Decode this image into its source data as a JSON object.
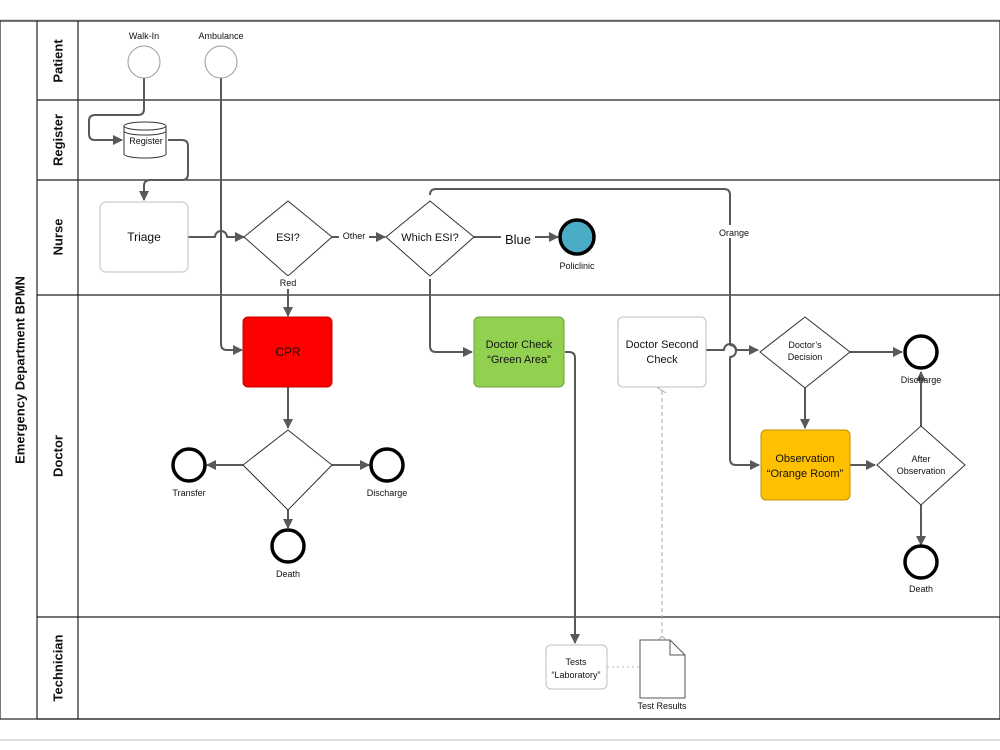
{
  "pool": {
    "title": "Emergency Department BPMN"
  },
  "lanes": {
    "patient": "Patient",
    "register": "Register",
    "nurse": "Nurse",
    "doctor": "Doctor",
    "technician": "Technician"
  },
  "nodes": {
    "walk_in": "Walk-In",
    "ambulance": "Ambulance",
    "register_store": "Register",
    "triage": "Triage",
    "esi_gateway": "ESI?",
    "which_esi_line1": "Which ESI?",
    "policlinic": "Policlinic",
    "cpr": "CPR",
    "doctor_check_line1": "Doctor Check",
    "doctor_check_line2": "“Green Area”",
    "second_check_line1": "Doctor Second",
    "second_check_line2": "Check",
    "decision_line1": "Doctor’s",
    "decision_line2": "Decision",
    "discharge_top": "Discharge",
    "observation_line1": "Observation",
    "observation_line2": "“Orange Room”",
    "after_obs_line1": "After",
    "after_obs_line2": "Observation",
    "death_right": "Death",
    "transfer": "Transfer",
    "discharge_left": "Discharge",
    "death_left": "Death",
    "tests_line1": "Tests",
    "tests_line2": "“Laboratory”",
    "test_results": "Test Results"
  },
  "flow_labels": {
    "other": "Other",
    "red": "Red",
    "blue": "Blue",
    "orange": "Orange"
  },
  "colors": {
    "cpr": "#ff0000",
    "green_area": "#92d050",
    "orange_room": "#ffc000",
    "policlinic": "#4bacc6",
    "line": "#595959"
  }
}
